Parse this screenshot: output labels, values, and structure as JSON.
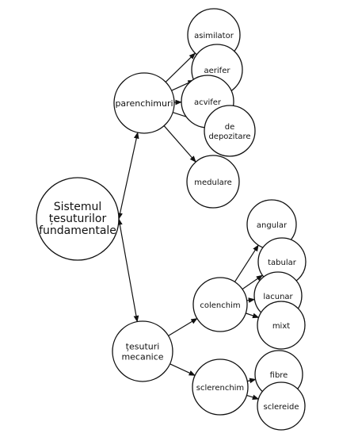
{
  "diagram": {
    "root": [
      "Sistemul",
      "țesuturilor",
      "fundamentale"
    ],
    "branches": [
      {
        "label": [
          "parenchimuri"
        ],
        "children": [
          [
            "asimilator"
          ],
          [
            "aerifer"
          ],
          [
            "acvifer"
          ],
          [
            "de",
            "depozitare"
          ],
          [
            "medulare"
          ]
        ]
      },
      {
        "label": [
          "țesuturi",
          "mecanice"
        ],
        "sub": [
          {
            "label": [
              "colenchim"
            ],
            "children": [
              [
                "angular"
              ],
              [
                "tabular"
              ],
              [
                "lacunar"
              ],
              [
                "mixt"
              ]
            ]
          },
          {
            "label": [
              "sclerenchim"
            ],
            "children": [
              [
                "fibre"
              ],
              [
                "sclereide"
              ]
            ]
          }
        ]
      }
    ]
  }
}
